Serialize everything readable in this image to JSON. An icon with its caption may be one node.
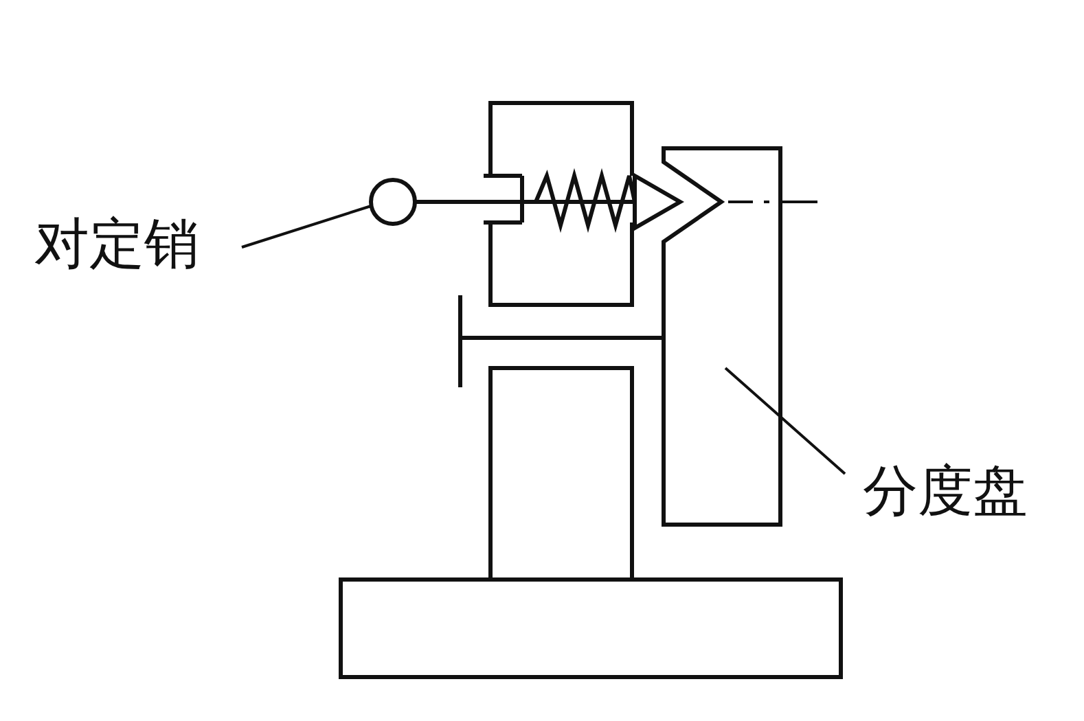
{
  "diagram": {
    "nodes": [
      {
        "text": [
          "对定销"
        ]
      },
      {
        "text": [],
        "shape": "picture"
      },
      {
        "text": [
          "分度盘"
        ]
      },
      {
        "text": [],
        "shape": "picture"
      }
    ],
    "edges": [
      {
        "from": 0,
        "to": 1,
        "arrow": "none"
      },
      {
        "from": 2,
        "to": 3,
        "arrow": "none"
      }
    ]
  }
}
